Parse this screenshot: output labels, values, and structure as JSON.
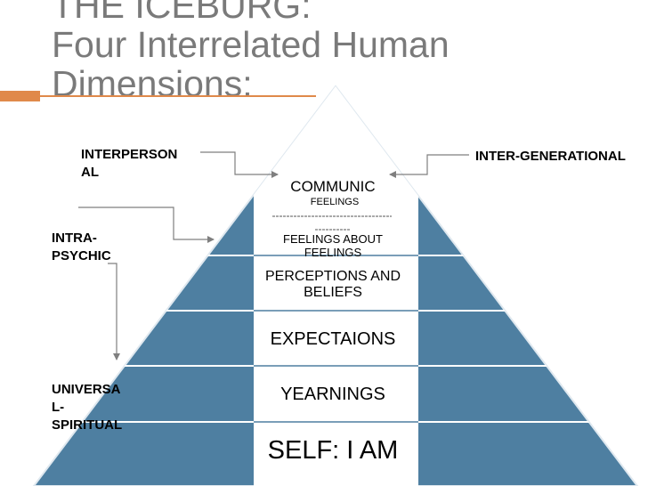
{
  "title": {
    "line1": "THE ICEBURG:",
    "line2": "Four Interrelated Human",
    "line3": "Dimensions:"
  },
  "left_labels": {
    "interpersonal": [
      "INTERPERSON",
      "AL"
    ],
    "intra_psychic": [
      "INTRA-",
      "PSYCHIC"
    ],
    "universal_spiritual": [
      "UNIVERSA",
      "L-",
      "SPIRITUAL"
    ]
  },
  "right_label": "INTER-GENERATIONAL",
  "pyramid": {
    "communic": "COMMUNIC",
    "feelings": "FEELINGS",
    "feelings_about_feelings": [
      "FEELINGS ABOUT",
      "FEELINGS"
    ],
    "perceptions": [
      "PERCEPTIONS AND",
      "BELIEFS"
    ],
    "expectations": "EXPECTAIONS",
    "yearnings": "YEARNINGS",
    "self": "SELF: I AM"
  },
  "colors": {
    "accent": "#e0894a",
    "pyramid_fill": "#4e7fa1",
    "pyramid_stroke": "#ffffff",
    "title": "#7a7a7a",
    "arrow": "#7f7f7f"
  }
}
